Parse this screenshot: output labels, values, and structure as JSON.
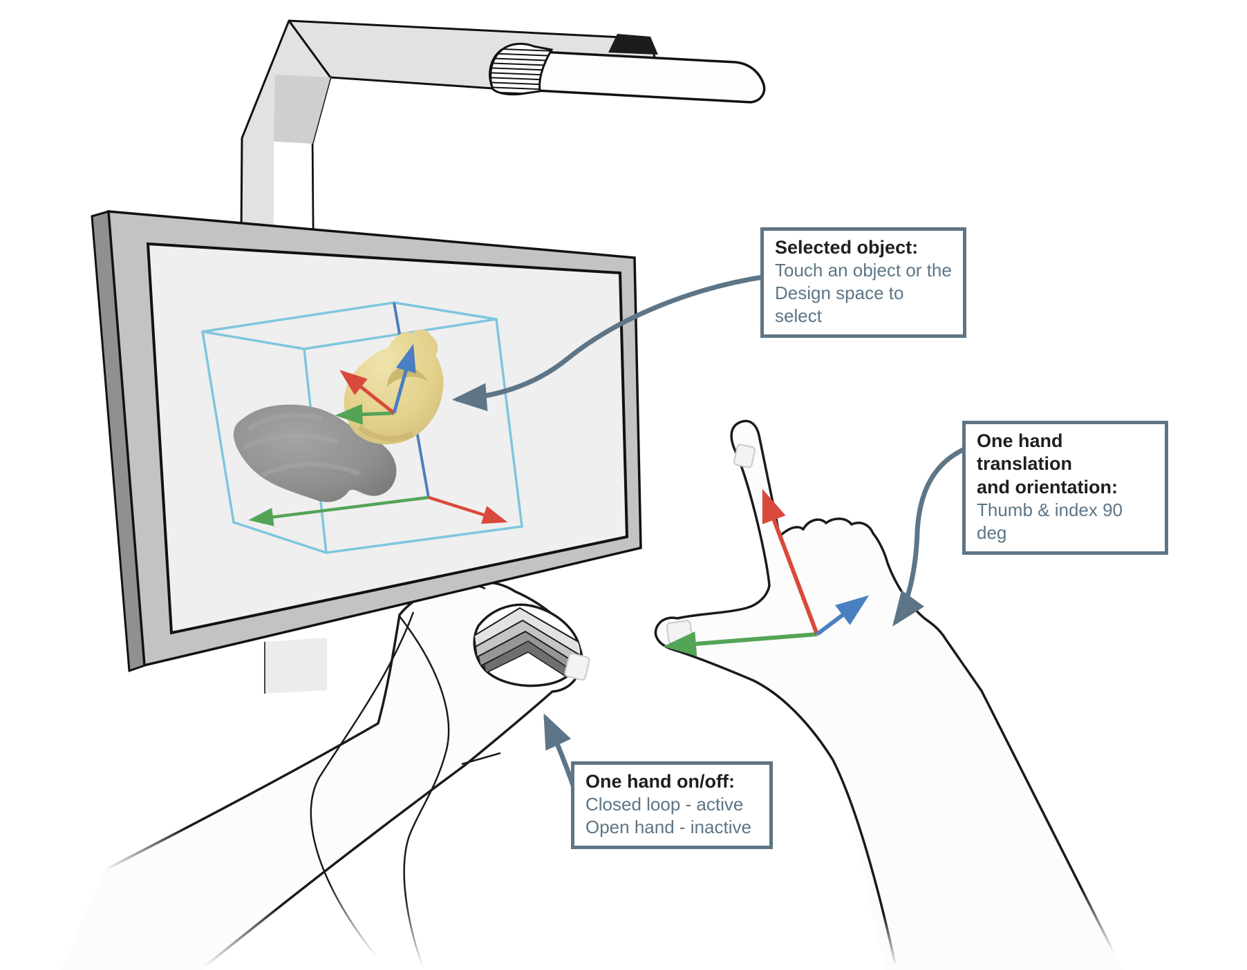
{
  "figure": {
    "callouts": {
      "selected_object": {
        "title": "Selected object:",
        "body_line1": "Touch an object or the",
        "body_line2": "Design space to select"
      },
      "translation": {
        "title_line1": "One hand translation",
        "title_line2": "and orientation:",
        "body": "Thumb & index 90 deg"
      },
      "onoff": {
        "title": "One hand on/off:",
        "body_line1": "Closed loop - active",
        "body_line2": "Open hand - inactive"
      }
    },
    "colors": {
      "slate": "#5d7586",
      "title_text": "#1f1f1f",
      "axis_red": "#d9493c",
      "axis_green": "#54a456",
      "axis_blue": "#4a7fc1",
      "cube_edge": "#7ec6de",
      "monitor_bezel": "#c3c3c3",
      "monitor_side": "#909090",
      "monitor_screen": "#efefef",
      "arm_gray": "#e2e2e2",
      "object_yellow": "#e3d18c",
      "object_gray": "#8f8f8f",
      "hand_fill": "#fcfcfc",
      "outline": "#1a1a1a"
    }
  }
}
